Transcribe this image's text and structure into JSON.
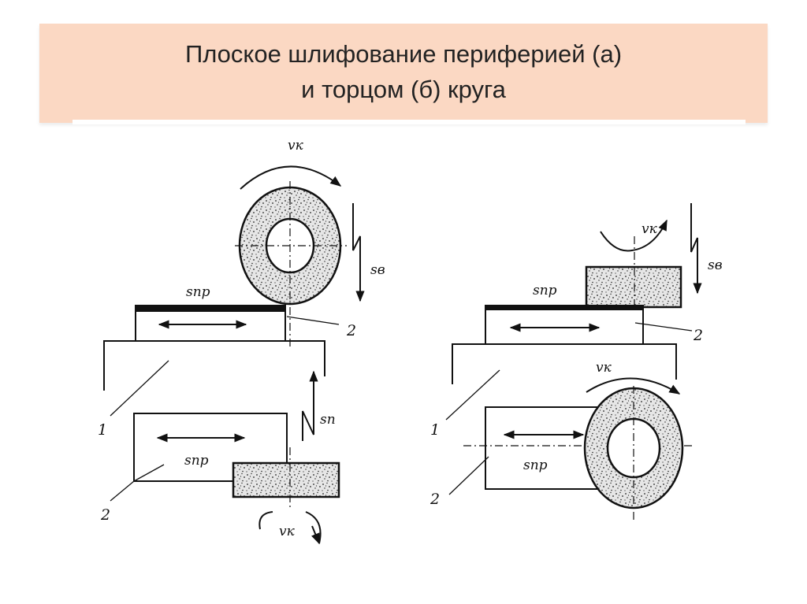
{
  "title": {
    "line1": "Плоское шлифование периферией (а)",
    "line2": "и торцом (б) круга"
  },
  "diagram_a": {
    "labels": {
      "vk_top": "vк",
      "sv": "sв",
      "spr_top": "sпр",
      "n2_top": "2",
      "n1": "1",
      "sp": "sп",
      "spr_bottom": "sпр",
      "n2_bottom": "2",
      "vk_bottom": "vк"
    }
  },
  "diagram_b": {
    "labels": {
      "vk_top": "vк",
      "sv": "sв",
      "spr_top": "sпр",
      "n2_top": "2",
      "vk_mid": "vк",
      "n1": "1",
      "spr_bottom": "sпр",
      "n2_bottom": "2"
    }
  }
}
